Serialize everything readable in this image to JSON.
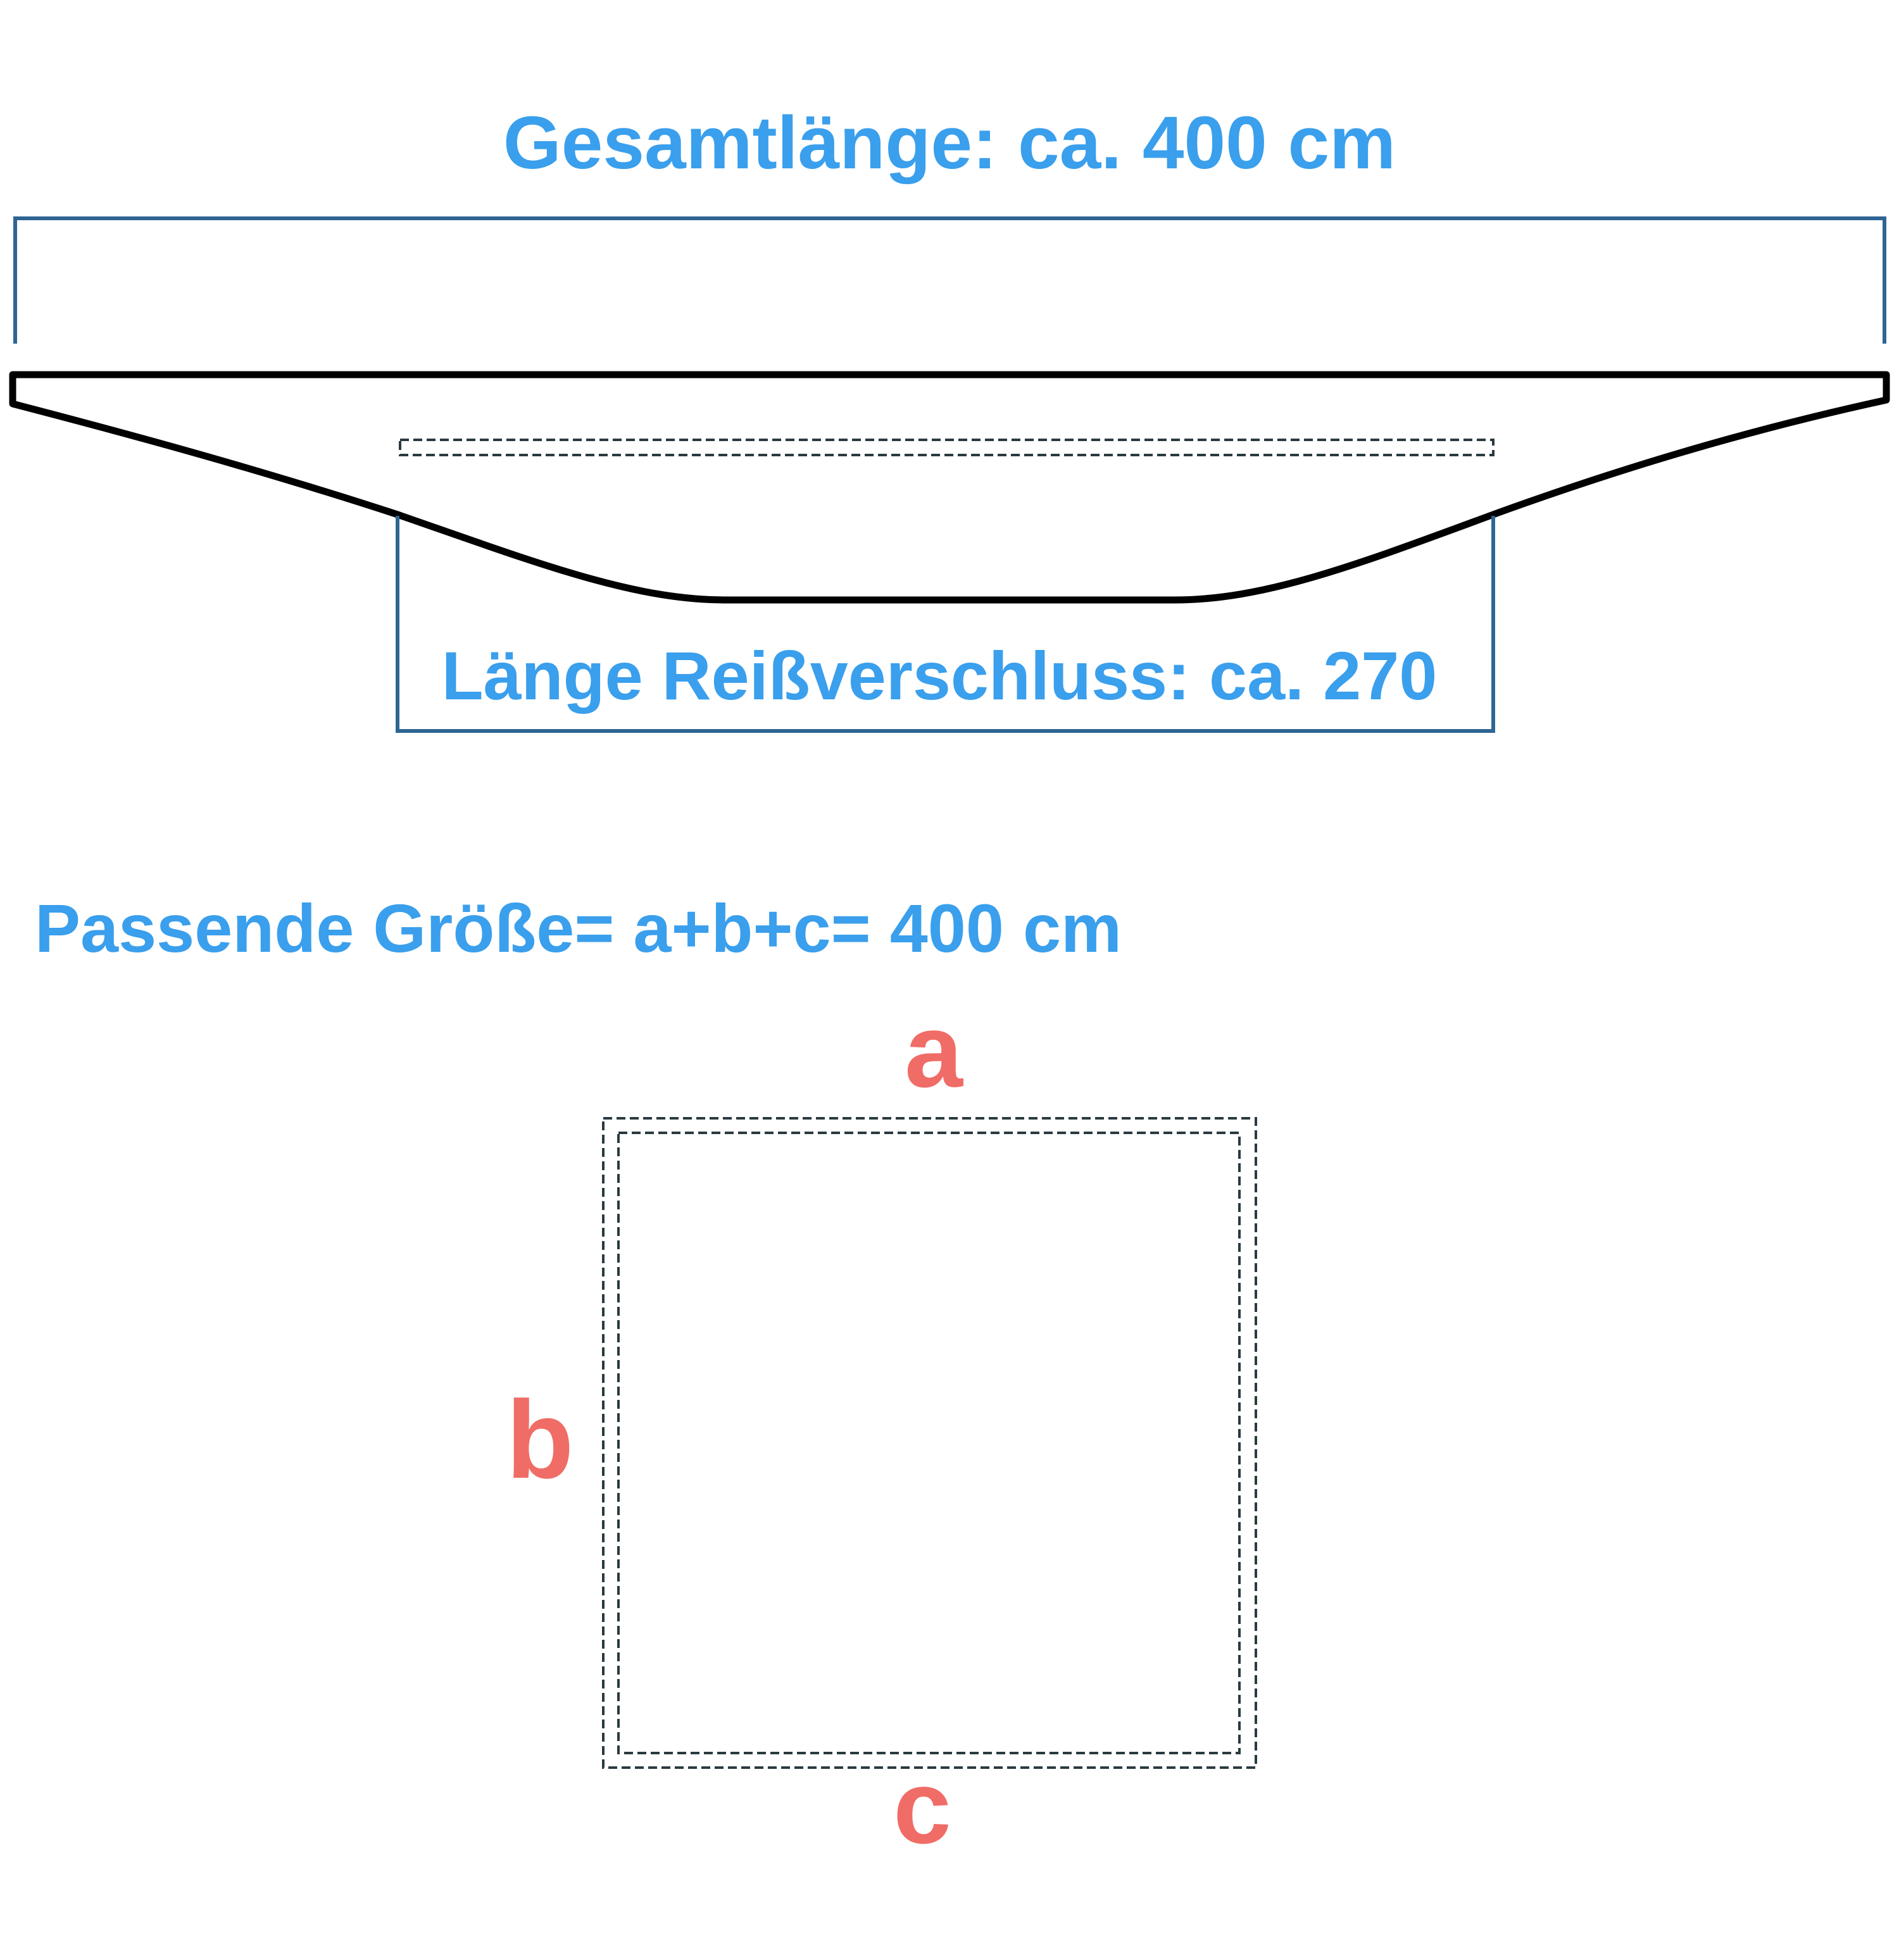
{
  "labels": {
    "total_length": "Gesamtlänge: ca. 400 cm",
    "zipper_length": "Länge Reißverschluss: ca. 270",
    "fitting_size": "Passende Größe= a+b+c= 400 cm",
    "side_a": "a",
    "side_b": "b",
    "side_c": "c"
  },
  "colors": {
    "label_blue": "#3a9fec",
    "bracket_blue": "#2e6592",
    "side_red": "#f06c66",
    "outline": "#000000"
  }
}
